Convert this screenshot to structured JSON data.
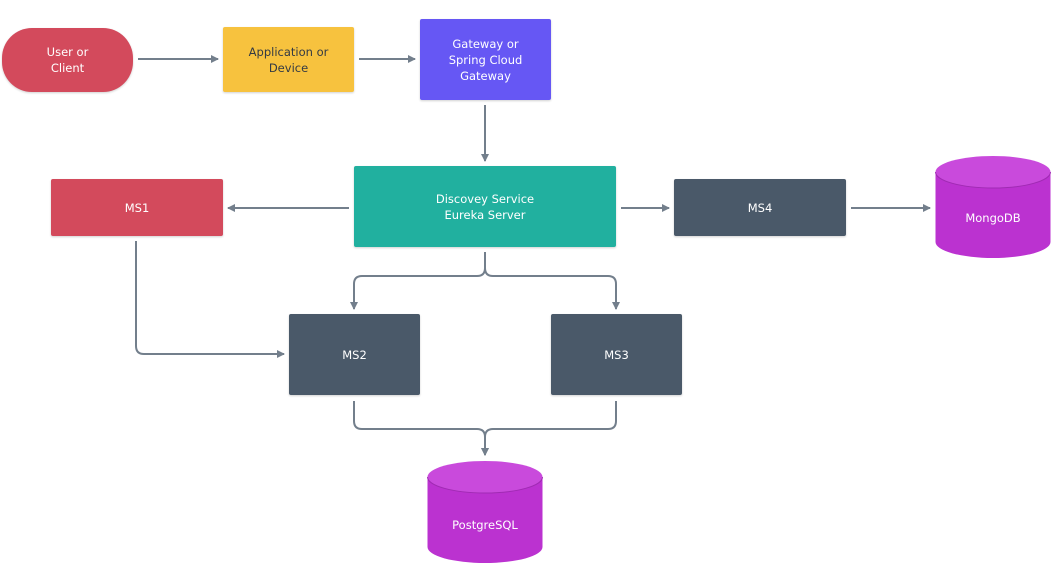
{
  "colors": {
    "edge": "#737f8c",
    "red": "#d34a5c",
    "yellow": "#f7c23e",
    "purple": "#6657f4",
    "teal": "#21b09f",
    "slate": "#4a5969",
    "magenta": "#bb32d0",
    "magenta_top": "#c94adc"
  },
  "nodes": {
    "client": {
      "label": "User or\nClient"
    },
    "app": {
      "label": "Application or\nDevice"
    },
    "gateway": {
      "label": "Gateway or\nSpring Cloud\nGateway"
    },
    "discovery": {
      "label": "Discovey Service\nEureka Server"
    },
    "ms1": {
      "label": "MS1"
    },
    "ms2": {
      "label": "MS2"
    },
    "ms3": {
      "label": "MS3"
    },
    "ms4": {
      "label": "MS4"
    },
    "mongodb": {
      "label": "MongoDB"
    },
    "postgresql": {
      "label": "PostgreSQL"
    }
  },
  "edges": [
    {
      "from": "client",
      "to": "app"
    },
    {
      "from": "app",
      "to": "gateway"
    },
    {
      "from": "gateway",
      "to": "discovery"
    },
    {
      "from": "discovery",
      "to": "ms1"
    },
    {
      "from": "discovery",
      "to": "ms4"
    },
    {
      "from": "ms4",
      "to": "mongodb"
    },
    {
      "from": "discovery",
      "to": "ms2"
    },
    {
      "from": "discovery",
      "to": "ms3"
    },
    {
      "from": "ms1",
      "to": "ms2"
    },
    {
      "from": "ms2",
      "to": "postgresql"
    },
    {
      "from": "ms3",
      "to": "postgresql"
    }
  ]
}
